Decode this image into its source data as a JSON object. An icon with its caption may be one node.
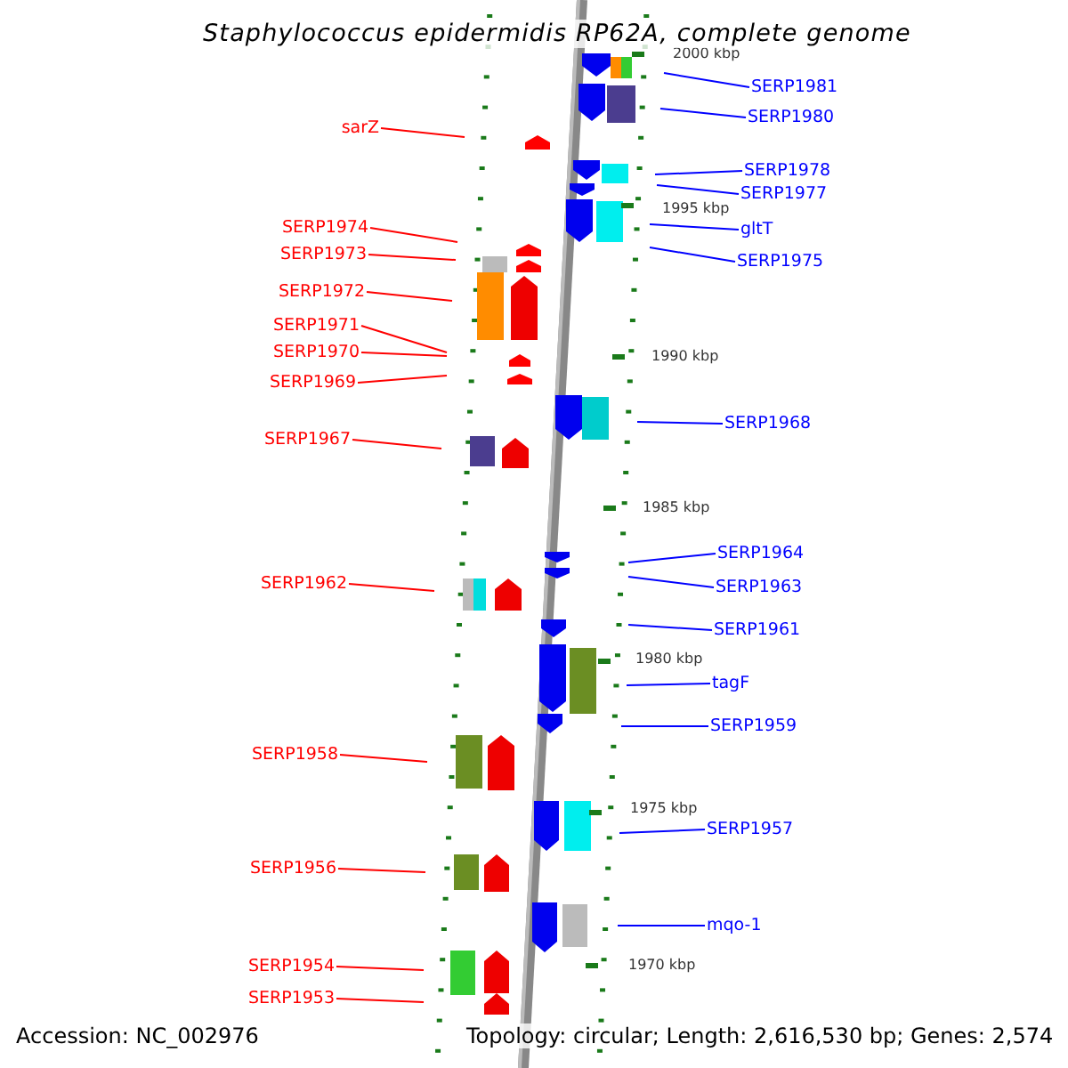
{
  "diagram": {
    "title": "Staphylococcus epidermidis RP62A, complete genome",
    "nodes": [
      {
        "text": [
          "SERP1981"
        ]
      },
      {
        "text": [
          "SERP1980"
        ]
      },
      {
        "text": [
          "sarZ"
        ]
      },
      {
        "text": [
          "SERP1978"
        ]
      },
      {
        "text": [
          "SERP1977"
        ]
      },
      {
        "text": [
          "SERP1974"
        ]
      },
      {
        "text": [
          "gltT"
        ]
      },
      {
        "text": [
          "SERP1973"
        ]
      },
      {
        "text": [
          "SERP1975"
        ]
      },
      {
        "text": [
          "SERP1972"
        ]
      },
      {
        "text": [
          "SERP1971"
        ]
      },
      {
        "text": [
          "SERP1970"
        ]
      },
      {
        "text": [
          "SERP1969"
        ]
      },
      {
        "text": [
          "SERP1968"
        ]
      },
      {
        "text": [
          "SERP1967"
        ]
      },
      {
        "text": [
          "SERP1964"
        ]
      },
      {
        "text": [
          "SERP1962"
        ]
      },
      {
        "text": [
          "SERP1963"
        ]
      },
      {
        "text": [
          "SERP1961"
        ]
      },
      {
        "text": [
          "tagF"
        ]
      },
      {
        "text": [
          "SERP1959"
        ]
      },
      {
        "text": [
          "SERP1958"
        ]
      },
      {
        "text": [
          "SERP1957"
        ]
      },
      {
        "text": [
          "SERP1956"
        ]
      },
      {
        "text": [
          "mqo-1"
        ]
      },
      {
        "text": [
          "SERP1954"
        ]
      },
      {
        "text": [
          "SERP1953"
        ]
      }
    ],
    "edges": [
      {
        "from": 0,
        "to": null,
        "arrow": "none"
      },
      {
        "from": 1,
        "to": null,
        "arrow": "none"
      },
      {
        "from": 2,
        "to": null,
        "arrow": "none",
        "color": "#ff0000"
      },
      {
        "from": 3,
        "to": null,
        "arrow": "none"
      },
      {
        "from": 4,
        "to": null,
        "arrow": "none"
      },
      {
        "from": 5,
        "to": null,
        "arrow": "none",
        "color": "#ff0000"
      },
      {
        "from": 6,
        "to": null,
        "arrow": "none"
      },
      {
        "from": 7,
        "to": null,
        "arrow": "none",
        "color": "#ff0000"
      },
      {
        "from": 8,
        "to": null,
        "arrow": "none"
      },
      {
        "from": 9,
        "to": null,
        "arrow": "none",
        "color": "#ff0000"
      },
      {
        "from": 10,
        "to": null,
        "arrow": "none",
        "color": "#ff0000"
      },
      {
        "from": 11,
        "to": null,
        "arrow": "none",
        "color": "#ff0000"
      },
      {
        "from": 12,
        "to": null,
        "arrow": "none",
        "color": "#ff0000"
      },
      {
        "from": 13,
        "to": null,
        "arrow": "none"
      },
      {
        "from": 14,
        "to": null,
        "arrow": "none",
        "color": "#ff0000"
      },
      {
        "from": 15,
        "to": null,
        "arrow": "none"
      },
      {
        "from": 16,
        "to": null,
        "arrow": "none",
        "color": "#ff0000"
      },
      {
        "from": 17,
        "to": null,
        "arrow": "none"
      },
      {
        "from": 18,
        "to": null,
        "arrow": "none"
      },
      {
        "from": 19,
        "to": null,
        "arrow": "none"
      },
      {
        "from": 20,
        "to": null,
        "arrow": "none"
      },
      {
        "from": 21,
        "to": null,
        "arrow": "none",
        "color": "#ff0000"
      },
      {
        "from": 22,
        "to": null,
        "arrow": "none"
      },
      {
        "from": 23,
        "to": null,
        "arrow": "none",
        "color": "#ff0000"
      },
      {
        "from": 24,
        "to": null,
        "arrow": "none"
      },
      {
        "from": 25,
        "to": null,
        "arrow": "none",
        "color": "#ff0000"
      },
      {
        "from": 26,
        "to": null,
        "arrow": "none",
        "color": "#ff0000"
      }
    ],
    "labels": [
      "2000 kbp",
      "1995 kbp",
      "1990 kbp",
      "1985 kbp",
      "1980 kbp",
      "1975 kbp",
      "1970 kbp",
      "Accession: NC_002976",
      "Topology: circular; Length: 2,616,530 bp; Genes: 2,574"
    ]
  }
}
